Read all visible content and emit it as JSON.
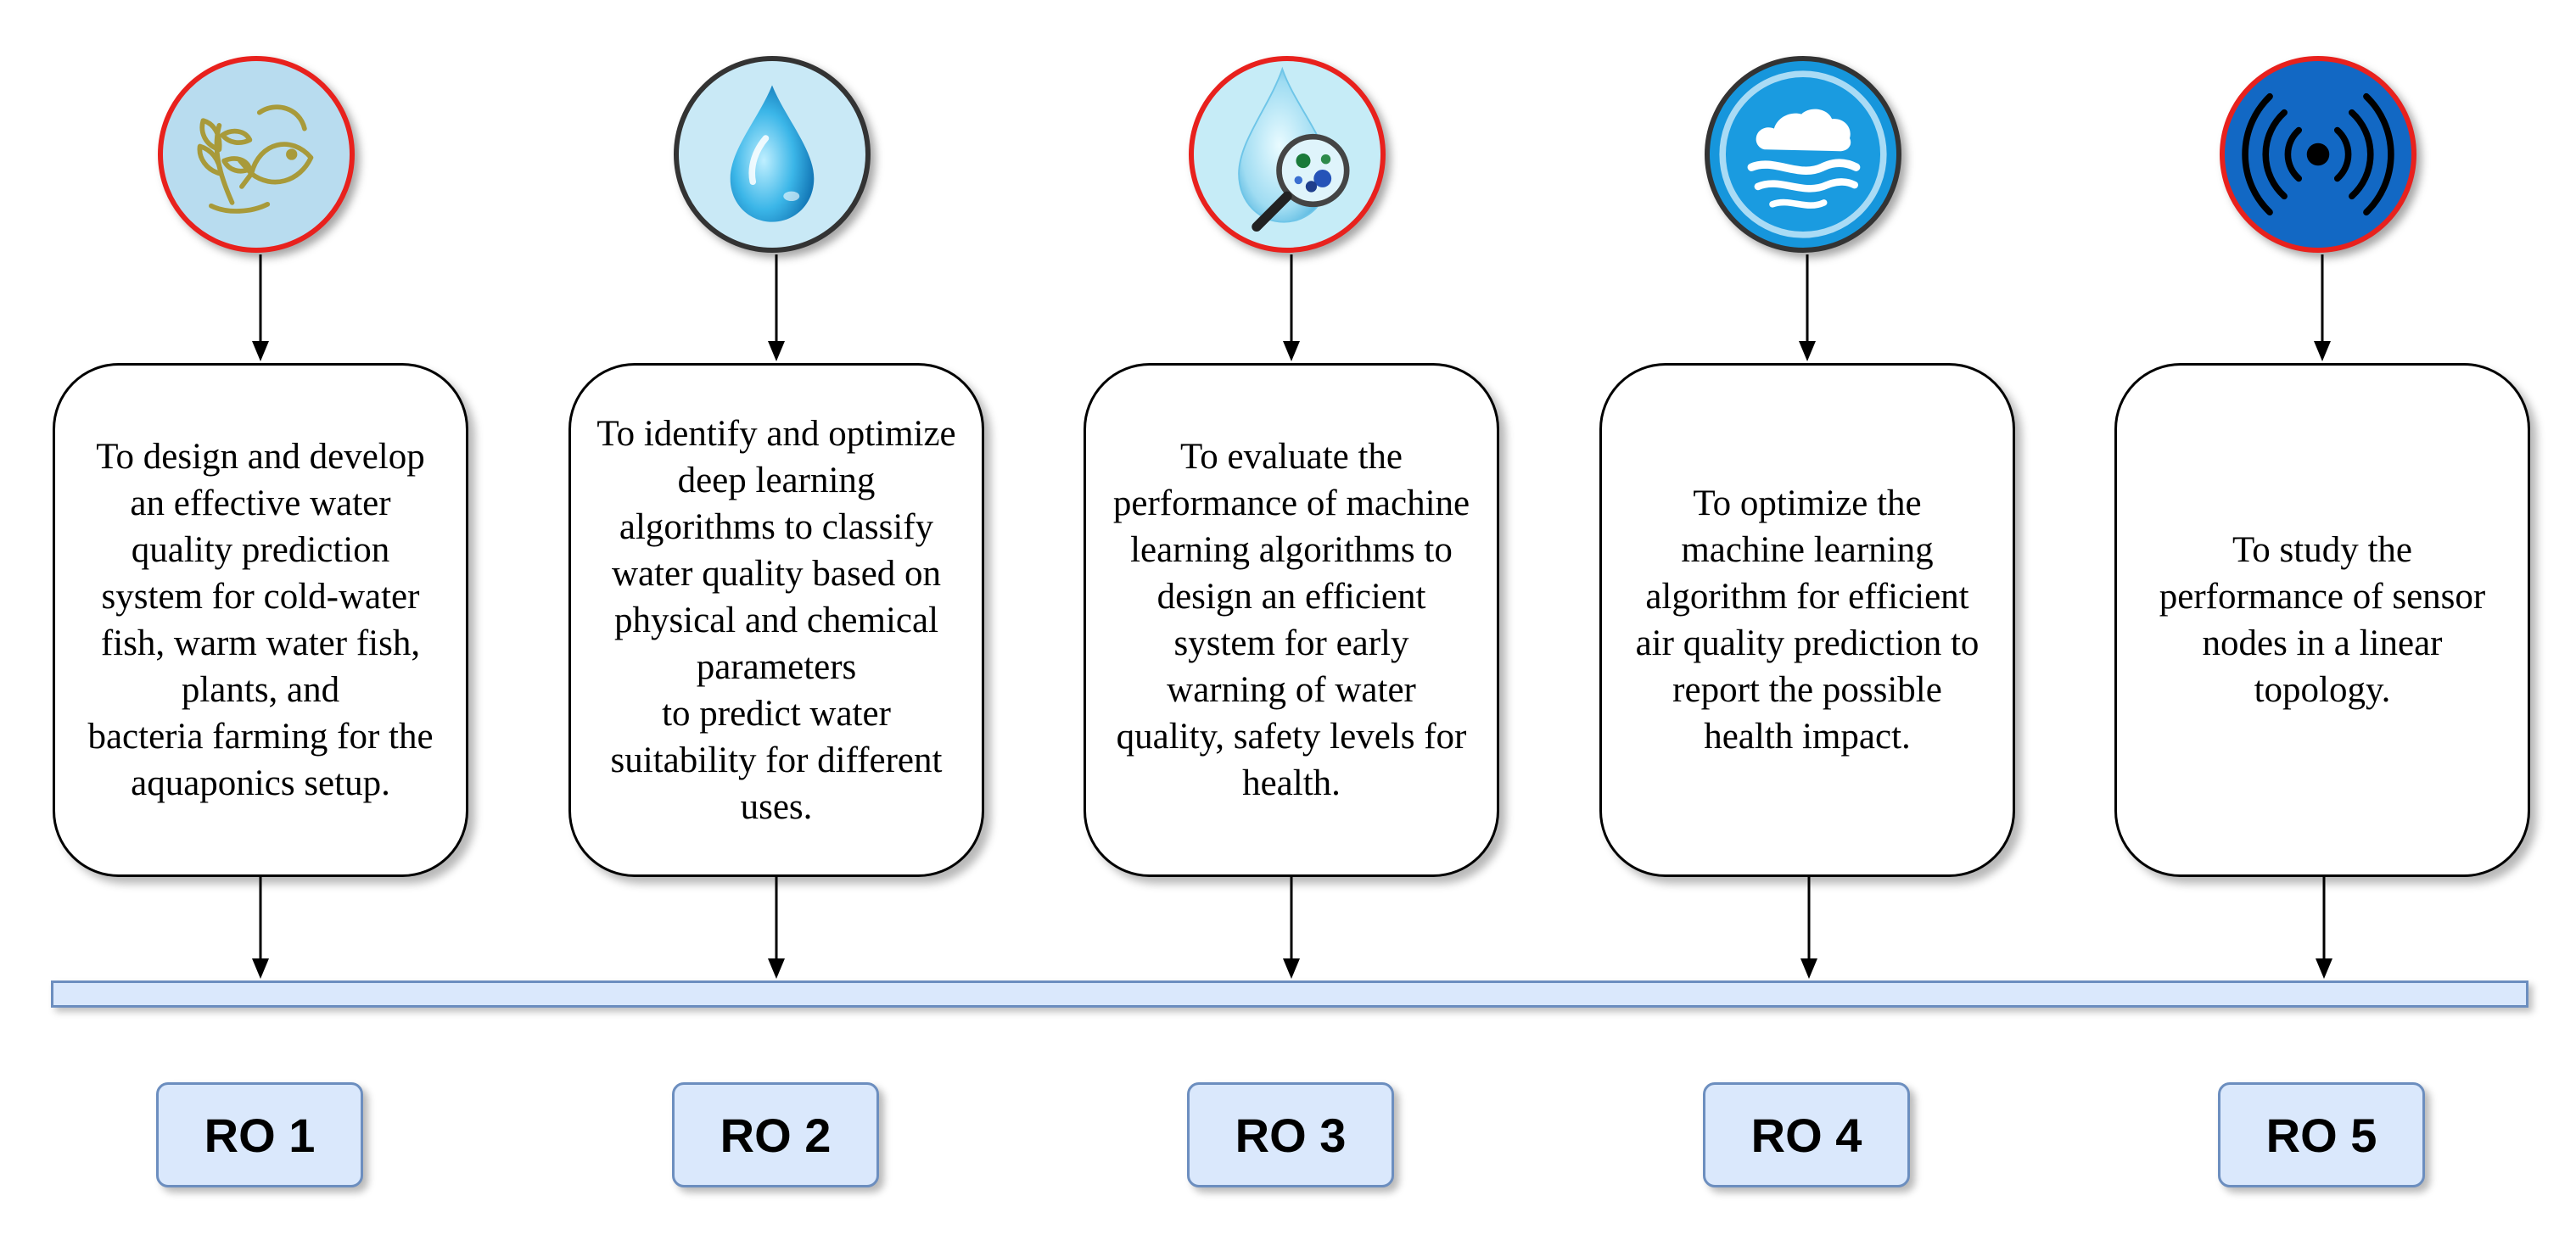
{
  "colors": {
    "timeline_fill": "#dae8fc",
    "timeline_border": "#6c8ebf",
    "ring_red": "#e8211d",
    "ring_dark": "#333333"
  },
  "columns": [
    {
      "icon": "fish-plant-icon",
      "ring_color": "#e8211d",
      "objective": "To design and develop\nan effective water\nquality prediction\nsystem for cold-water\nfish, warm water fish,\nplants, and\nbacteria farming for the\naquaponics setup.",
      "label": "RO 1"
    },
    {
      "icon": "water-drop-icon",
      "ring_color": "#333333",
      "objective": "To identify and optimize\ndeep learning\nalgorithms to classify\nwater quality based on\nphysical and chemical\nparameters\nto predict water\nsuitability for different\nuses.",
      "label": "RO 2"
    },
    {
      "icon": "water-bacteria-magnifier-icon",
      "ring_color": "#e8211d",
      "objective": "To evaluate the\nperformance of machine\nlearning algorithms to\ndesign an efficient\nsystem for early\nwarning of water\nquality, safety levels for\nhealth.",
      "label": "RO 3"
    },
    {
      "icon": "cloud-wind-icon",
      "ring_color": "#333333",
      "objective": "To optimize the\nmachine learning\nalgorithm for efficient\nair quality prediction to\nreport the possible\nhealth impact.",
      "label": "RO 4"
    },
    {
      "icon": "wireless-signal-icon",
      "ring_color": "#e8211d",
      "objective": "To study the\nperformance of sensor\nnodes in a linear\ntopology.",
      "label": "RO 5"
    }
  ]
}
